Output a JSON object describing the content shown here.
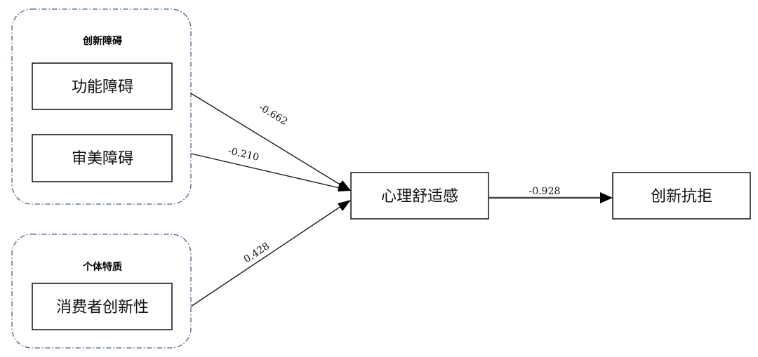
{
  "groups": {
    "innovation_barriers": {
      "title": "创新障碍"
    },
    "personal_traits": {
      "title": "个体特质"
    }
  },
  "nodes": {
    "functional_barrier": "功能障碍",
    "aesthetic_barrier": "审美障碍",
    "consumer_innovativeness": "消费者创新性",
    "psychological_comfort": "心理舒适感",
    "innovation_resistance": "创新抗拒"
  },
  "edges": [
    {
      "from": "功能障碍",
      "to": "心理舒适感",
      "coefficient": "-0.662"
    },
    {
      "from": "审美障碍",
      "to": "心理舒适感",
      "coefficient": "-0.210"
    },
    {
      "from": "消费者创新性",
      "to": "心理舒适感",
      "coefficient": "0.428"
    },
    {
      "from": "心理舒适感",
      "to": "创新抗拒",
      "coefficient": "-0.928"
    }
  ]
}
